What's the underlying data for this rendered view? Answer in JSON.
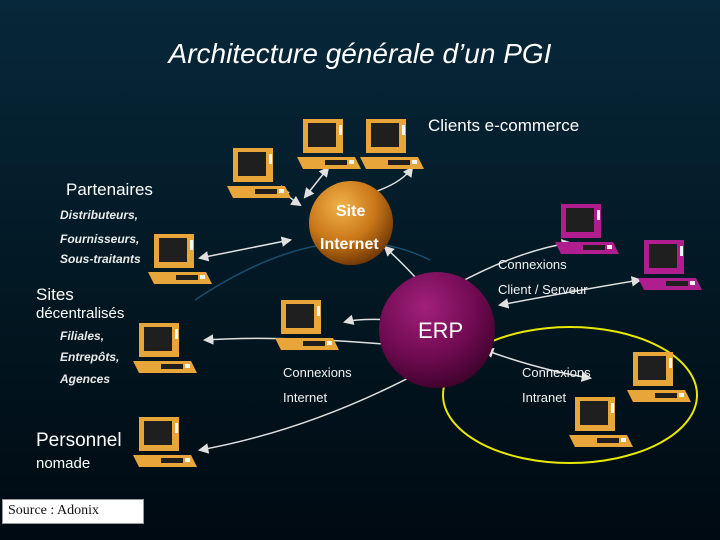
{
  "title": "Architecture générale d’un PGI",
  "labels": {
    "clients_ecommerce": "Clients e-commerce",
    "partenaires": "Partenaires",
    "distributeurs": "Distributeurs,",
    "fournisseurs": "Fournisseurs,",
    "sous_traitants": "Sous-traitants",
    "sites": "Sites",
    "decentralises": "décentralisés",
    "filiales": "Filiales,",
    "entrepots": "Entrepôts,",
    "agences": "Agences",
    "personnel": "Personnel",
    "nomade": "nomade",
    "site_internet_line1": "Site",
    "site_internet_line2": "Internet",
    "erp": "ERP",
    "conn_cs_1": "Connexions",
    "conn_cs_2": "Client / Serveur",
    "conn_internet_1": "Connexions",
    "conn_internet_2": "Internet",
    "conn_intranet_1": "Connexions",
    "conn_intranet_2": "Intranet"
  },
  "source": "Source : Adonix",
  "colors": {
    "background": "#021722",
    "site_sphere": "#c97718",
    "erp_sphere": "#7a0a57",
    "arrows": "#e0e0e0",
    "intranet_ellipse": "#e8e800",
    "computer_standard": "#e8a53a",
    "computer_intranet": "#b01d8e"
  }
}
